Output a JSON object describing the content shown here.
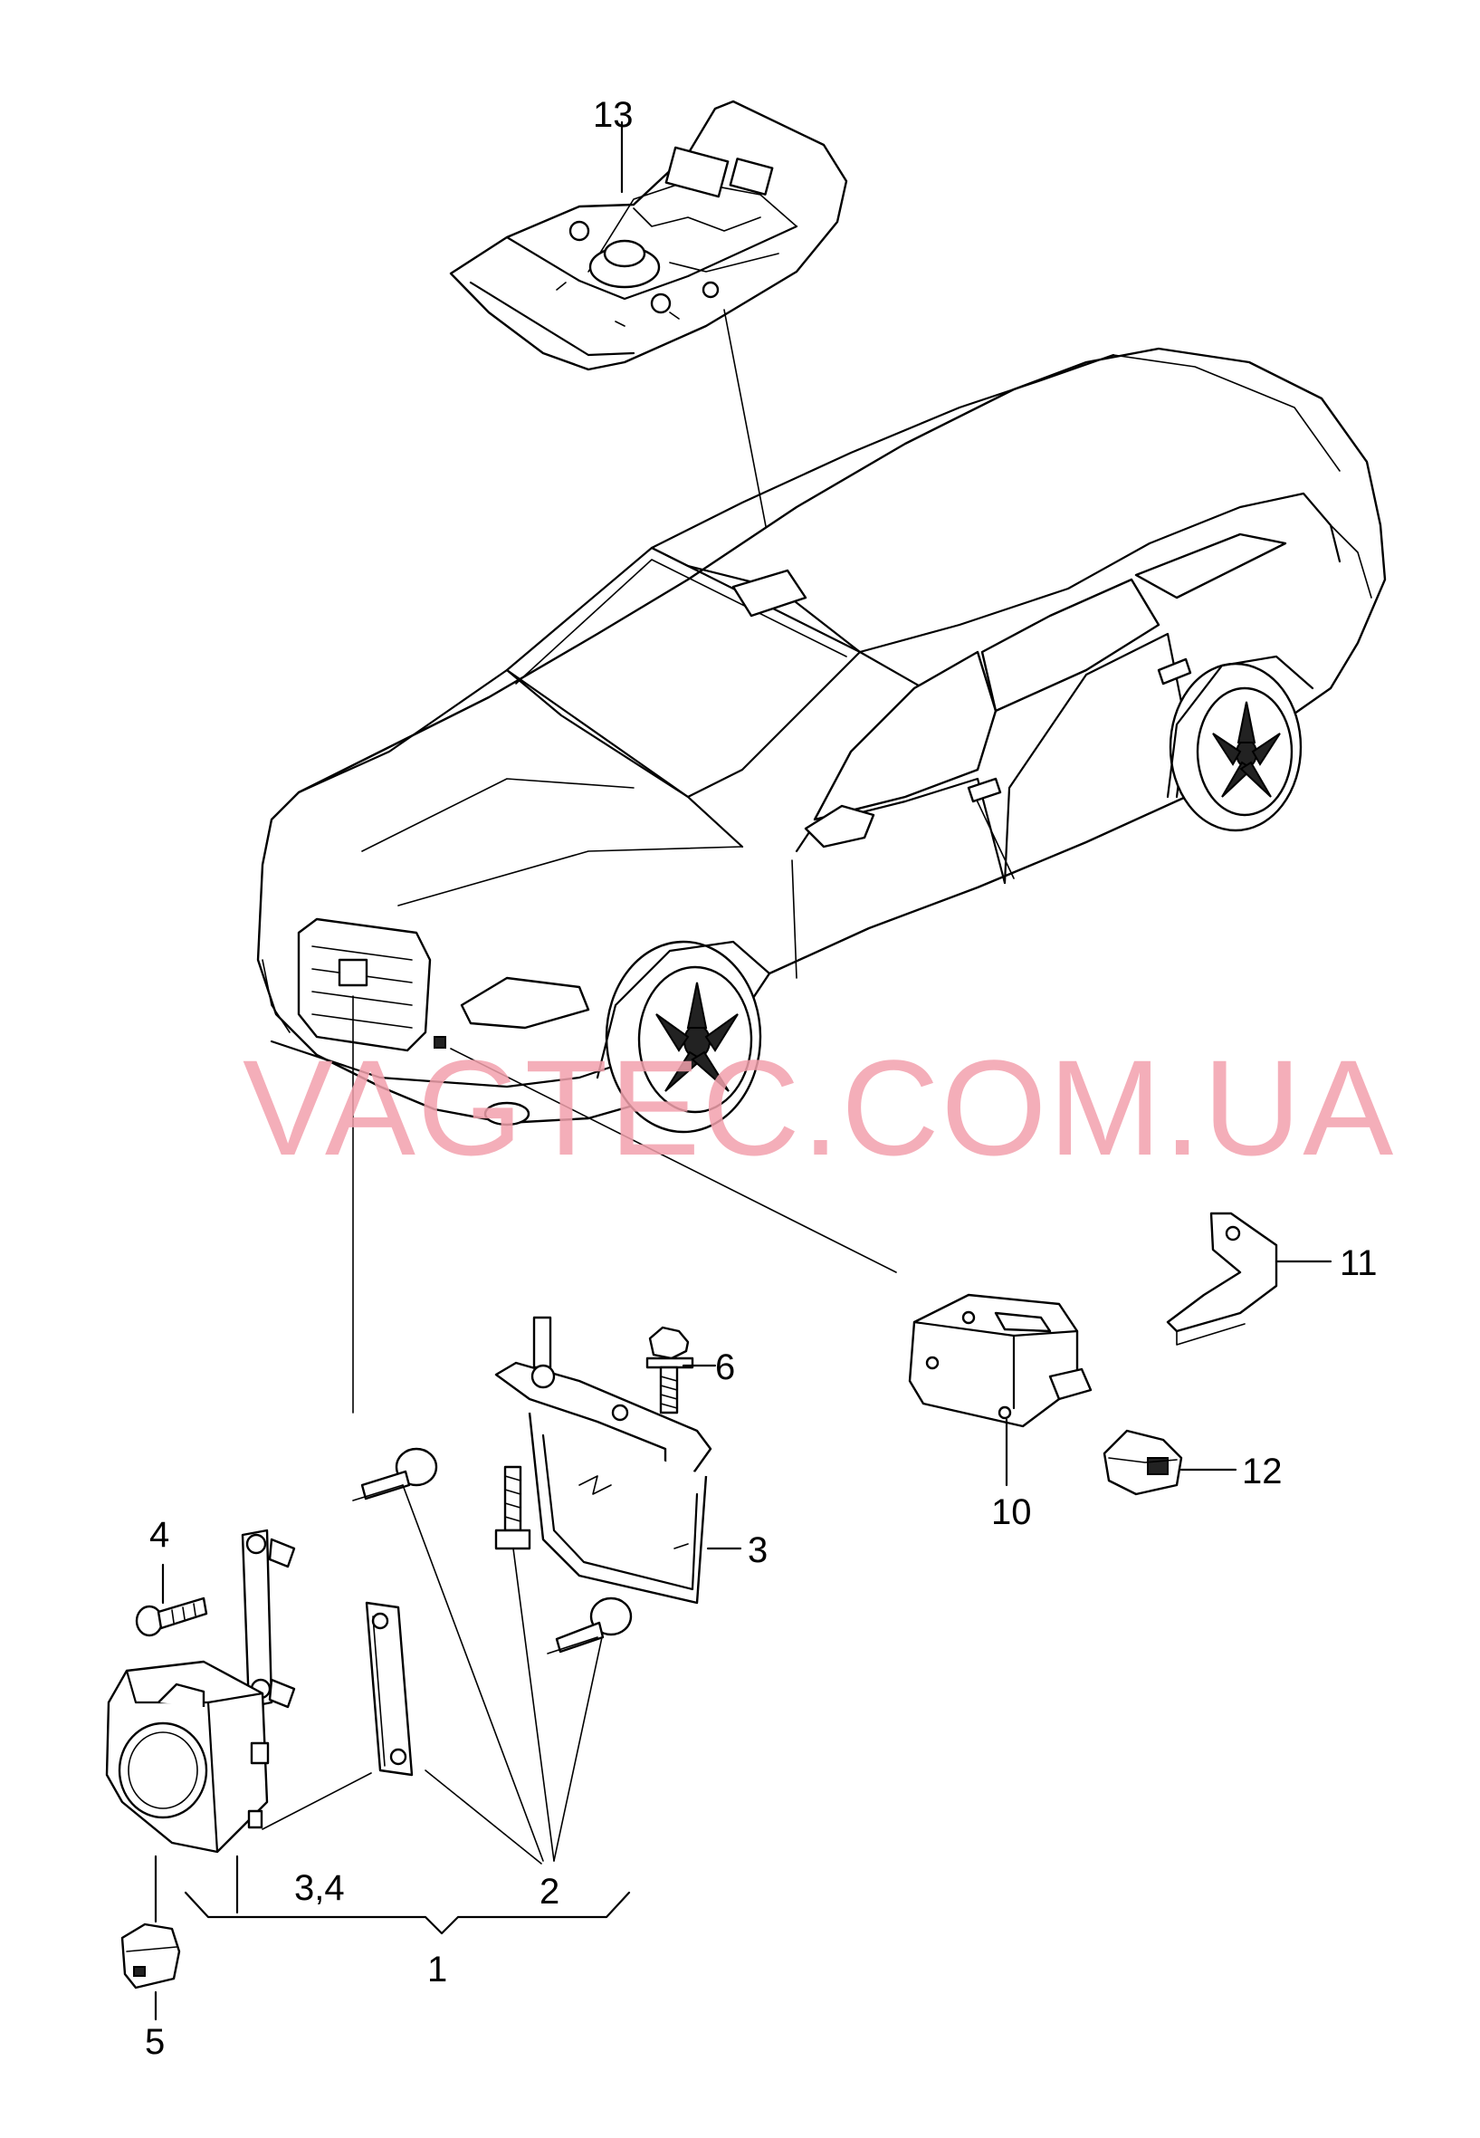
{
  "watermark": "VAGTEC.COM.UA",
  "callouts": {
    "c1": "1",
    "c2": "2",
    "c3": "3",
    "c34": "3,4",
    "c4": "4",
    "c5": "5",
    "c6": "6",
    "c10": "10",
    "c11": "11",
    "c12": "12",
    "c13": "13"
  }
}
